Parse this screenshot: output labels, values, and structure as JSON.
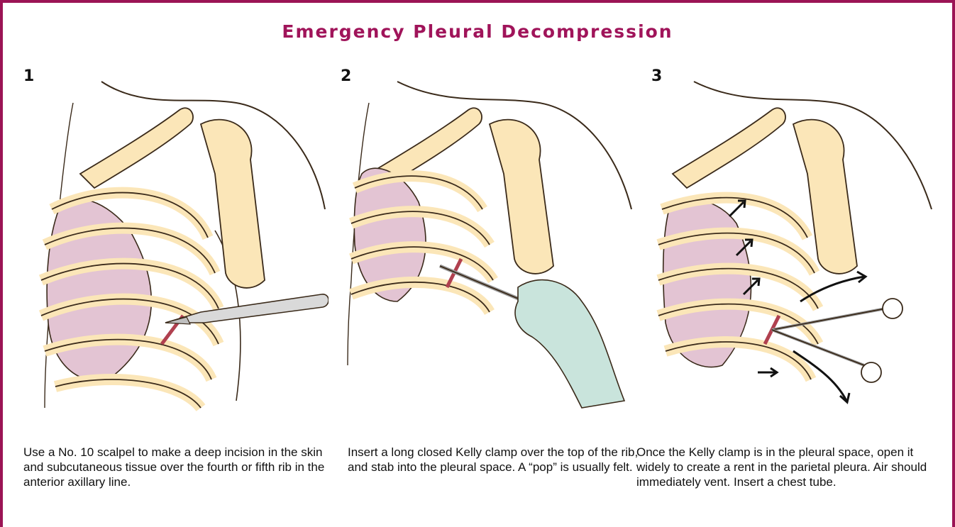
{
  "title": "Emergency Pleural Decompression",
  "colors": {
    "frame": "#9b1455",
    "title": "#a0145a",
    "bone": "#fbe6b8",
    "bone_stroke": "#3a2a1a",
    "lung": "#e3c4d3",
    "glove": "#c9e4dc",
    "blood": "#b0404f"
  },
  "panels": [
    {
      "number": "1",
      "caption": "Use a No. 10 scalpel to make a deep incision in the skin and subcutaneous tissue over the fourth or fifth rib in the anterior axillary line.",
      "instrument": "scalpel"
    },
    {
      "number": "2",
      "caption": "Insert a long closed Kelly clamp over the top of the rib, and stab into the pleural space. A “pop” is usually felt.",
      "instrument": "closed-kelly-clamp-with-gloved-hand"
    },
    {
      "number": "3",
      "caption": "Once the Kelly clamp is in the pleural space, open it widely to create a rent in the parietal pleura. Air should immediately vent. Insert a chest tube.",
      "instrument": "open-kelly-clamp-with-air-arrows"
    }
  ]
}
